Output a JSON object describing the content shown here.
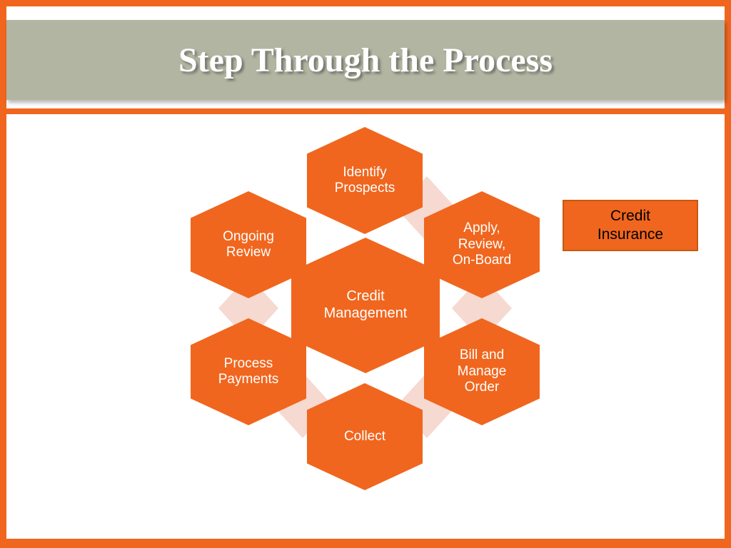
{
  "slide": {
    "title": "Step Through the Process"
  },
  "colors": {
    "accent_orange": "#F0661E",
    "header_gray": "#B2B5A1",
    "connector_pink": "#F6D9D0",
    "insurance_border": "#C55A11",
    "hex_text": "#FFFFFF",
    "insurance_text": "#000000",
    "title_text": "#FFFFFF"
  },
  "diagram": {
    "center_label": "Credit\nManagement",
    "nodes": [
      {
        "id": "identify-prospects",
        "label": "Identify\nProspects"
      },
      {
        "id": "apply-review-onboard",
        "label": "Apply,\nReview,\nOn-Board"
      },
      {
        "id": "bill-manage-order",
        "label": "Bill and\nManage\nOrder"
      },
      {
        "id": "collect",
        "label": "Collect"
      },
      {
        "id": "process-payments",
        "label": "Process\nPayments"
      },
      {
        "id": "ongoing-review",
        "label": "Ongoing\nReview"
      }
    ],
    "side_box_label": "Credit\nInsurance"
  }
}
